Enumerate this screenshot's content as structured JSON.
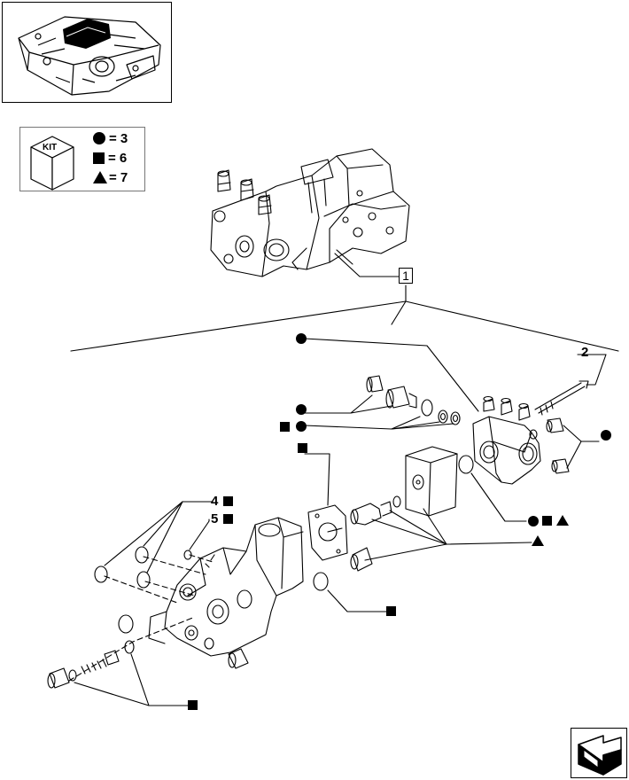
{
  "kit": {
    "label": "KIT",
    "items": [
      {
        "symbol": "circle",
        "text": "= 3"
      },
      {
        "symbol": "square",
        "text": "= 6"
      },
      {
        "symbol": "triangle",
        "text": "= 7"
      }
    ]
  },
  "callouts": {
    "assembly_ref": "1",
    "bolt_ref": "2",
    "seal_ref_4": "4",
    "seal_ref_5": "5"
  },
  "icons": {
    "nav": "next-page-arrow-icon",
    "kit_cube": "cube-icon"
  },
  "colors": {
    "ink": "#000000",
    "paper": "#ffffff",
    "thumb_highlight": "#000000"
  }
}
